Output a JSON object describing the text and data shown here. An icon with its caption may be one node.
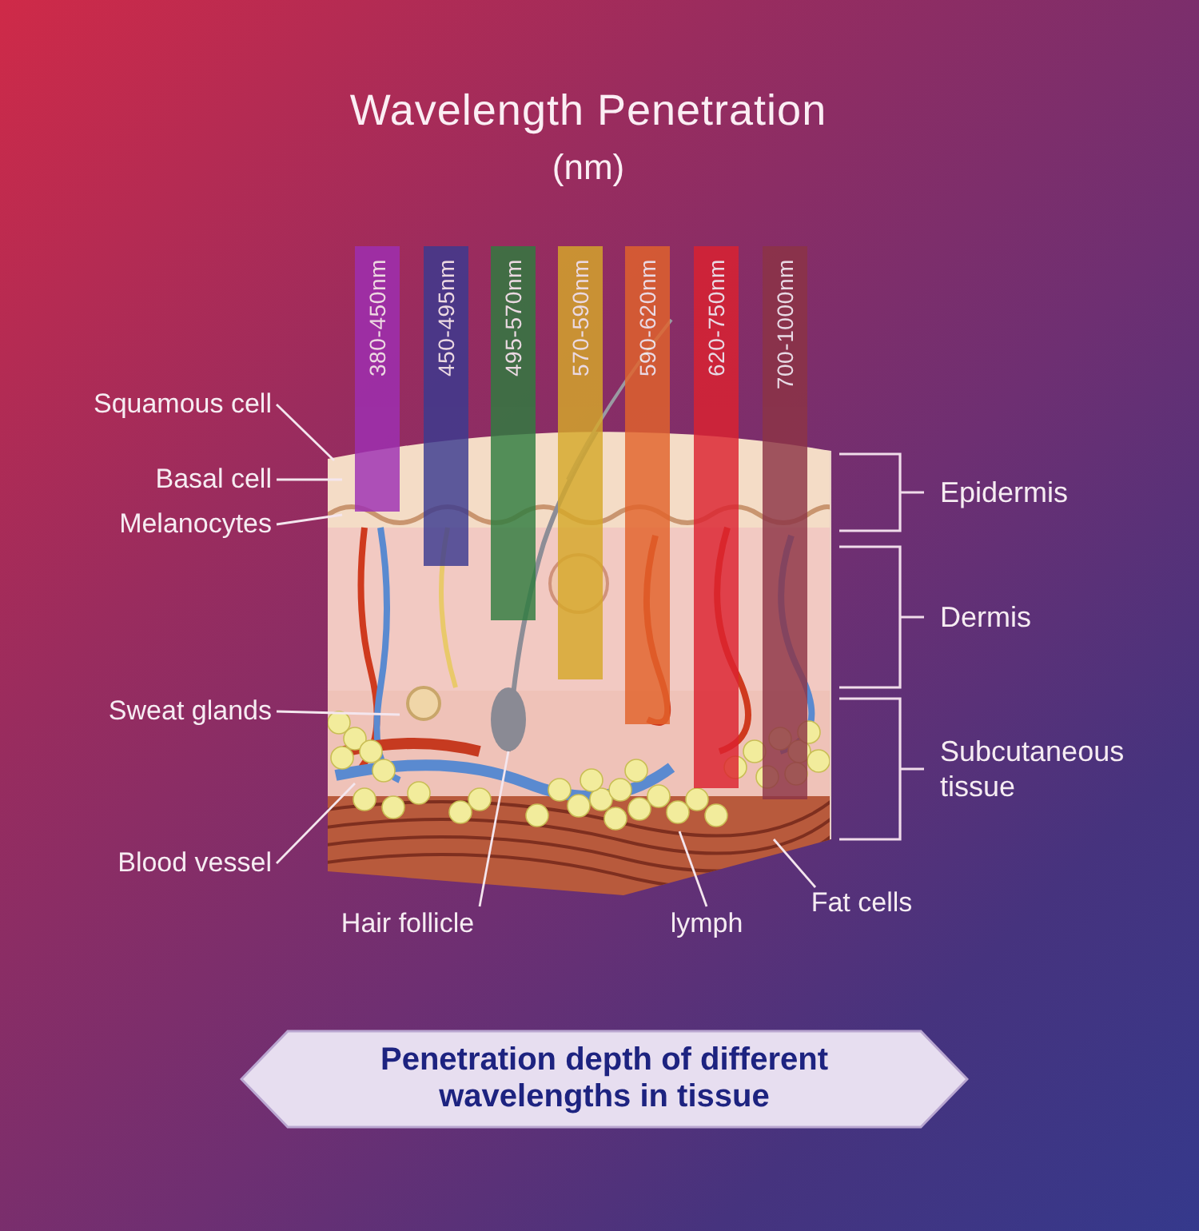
{
  "diagram": {
    "title": "Wavelength Penetration",
    "nodes": [
      {
        "text": [
          "380-450nm"
        ]
      },
      {
        "text": [
          "450-495nm"
        ]
      },
      {
        "text": [
          "495-570nm"
        ]
      },
      {
        "text": [
          "570-590nm"
        ]
      },
      {
        "text": [
          "590-620nm"
        ]
      },
      {
        "text": [
          "620-750nm"
        ]
      },
      {
        "text": [
          "700-1000nm"
        ]
      },
      {
        "text": [
          "Squamous cell"
        ]
      },
      {
        "text": [
          "Basal cell"
        ]
      },
      {
        "text": [
          "Melanocytes"
        ]
      },
      {
        "text": [
          "Sweat glands"
        ]
      },
      {
        "text": [
          "Blood vessel"
        ]
      },
      {
        "text": [
          "Hair follicle"
        ]
      },
      {
        "text": [
          "lymph"
        ]
      },
      {
        "text": [
          "Fat cells"
        ]
      },
      {
        "text": [
          "Penetration depth of different wavelengths in tissue"
        ]
      },
      {
        "text": [],
        "shape": "picture"
      }
    ],
    "edges": [
      {
        "from": 7,
        "to": 16,
        "arrow": "none"
      },
      {
        "from": 8,
        "to": 16,
        "arrow": "none"
      },
      {
        "from": 9,
        "to": 16,
        "arrow": "none"
      },
      {
        "from": 10,
        "to": 16,
        "arrow": "none"
      },
      {
        "from": 11,
        "to": 16,
        "arrow": "none"
      },
      {
        "from": 12,
        "to": 16,
        "arrow": "none"
      },
      {
        "from": 13,
        "to": 16,
        "arrow": "none"
      },
      {
        "from": 14,
        "to": 16,
        "arrow": "none"
      }
    ],
    "labels": [
      "(nm)",
      "Epidermis",
      "Dermis",
      "Subcutaneous tissue"
    ]
  }
}
